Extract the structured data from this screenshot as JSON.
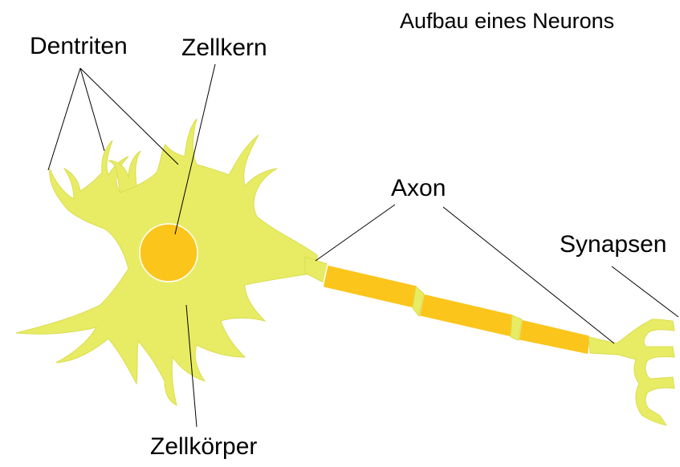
{
  "title": "Aufbau eines Neurons",
  "labels": {
    "dendrites": "Dentriten",
    "nucleus": "Zellkern",
    "axon": "Axon",
    "synapses": "Synapsen",
    "cell_body": "Zellkörper"
  },
  "colors": {
    "cell": "#e8ec64",
    "cell_edge": "#d9dd4e",
    "myelin": "#fbc51c",
    "myelin_edge": "#e9a90c",
    "nucleus": "#fbc51c",
    "line": "#000000"
  }
}
